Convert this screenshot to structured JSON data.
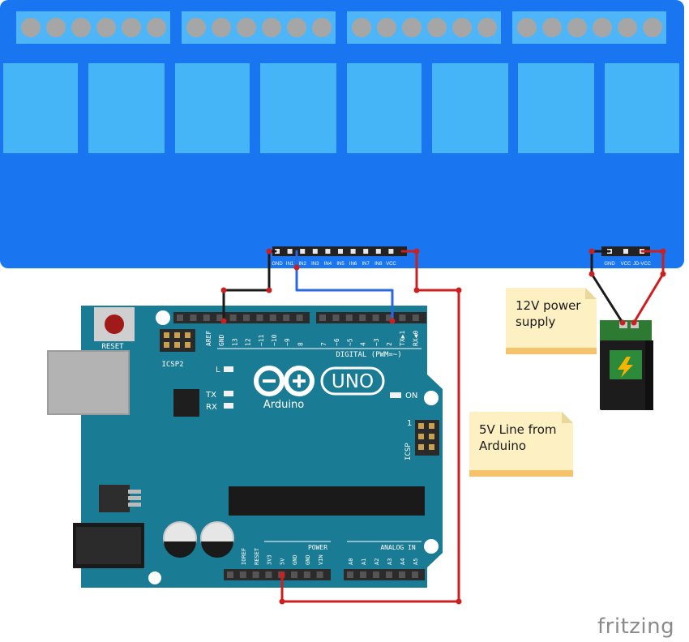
{
  "relay_board": {
    "pin_labels": [
      "GND",
      "IN1",
      "IN2",
      "IN3",
      "IN4",
      "IN5",
      "IN6",
      "IN7",
      "IN8",
      "VCC"
    ],
    "jd_labels": [
      "GND",
      "VCC",
      "JD-VCC"
    ]
  },
  "arduino": {
    "reset_label": "RESET",
    "icsp2_label": "ICSP2",
    "icsp_label": "ICSP",
    "l_label": "L",
    "tx_label": "TX",
    "rx_label": "RX",
    "on_label": "ON",
    "logo_text": "UNO",
    "brand_text": "Arduino",
    "digital_label": "DIGITAL (PWM=~)",
    "power_label": "POWER",
    "analog_label": "ANALOG IN",
    "top_left_pins": [
      "AREF",
      "GND",
      "13",
      "12",
      "~11",
      "~10",
      "~9",
      "8"
    ],
    "top_right_pins": [
      "7",
      "~6",
      "~5",
      "4",
      "~3",
      "2",
      "TX▶1",
      "RX◀0"
    ],
    "power_pins": [
      "IOREF",
      "RESET",
      "3V3",
      "5V",
      "GND",
      "GND",
      "VIN"
    ],
    "analog_pins": [
      "A0",
      "A1",
      "A2",
      "A3",
      "A4",
      "A5"
    ]
  },
  "notes": {
    "power_supply": "12V power supply",
    "five_v": "5V Line from Arduino"
  },
  "watermark": "fritzing",
  "colors": {
    "relay_board": "#1a75f0",
    "relay_block": "#45b5f7",
    "terminal": "#4eb6f8",
    "arduino": "#1a7b94",
    "wire_red": "#cc1f1f",
    "wire_blue": "#2a67e0",
    "wire_black": "#1a1a1a"
  }
}
